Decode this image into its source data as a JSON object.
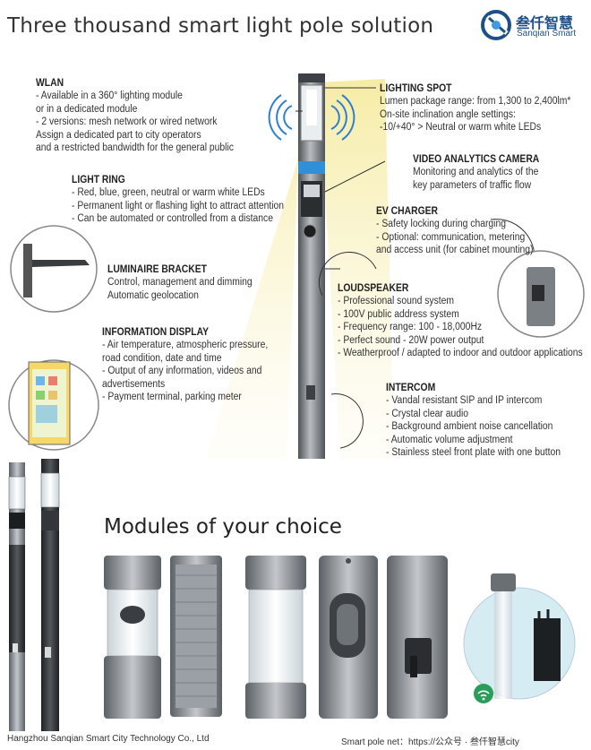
{
  "header": {
    "title": "Three thousand smart light pole solution",
    "logo_cn": "叁仟智慧",
    "logo_en": "Sanqian Smart"
  },
  "features": {
    "wlan": {
      "title": "WLAN",
      "lines": [
        "- Available in a 360° lighting module",
        "or in a dedicated module",
        "- 2 versions: mesh network or wired network",
        "Assign a dedicated part to city operators",
        "and a restricted bandwidth for the general public"
      ]
    },
    "light_ring": {
      "title": "LIGHT RING",
      "lines": [
        "- Red, blue, green, neutral or warm white LEDs",
        "- Permanent light or flashing light to attract attention",
        "- Can be automated or controlled from a distance"
      ]
    },
    "luminaire_bracket": {
      "title": "LUMINAIRE BRACKET",
      "lines": [
        "Control, management and dimming",
        "Automatic geolocation"
      ]
    },
    "information_display": {
      "title": "INFORMATION DISPLAY",
      "lines": [
        "- Air temperature, atmospheric pressure,",
        "road condition, date and time",
        "- Output of any information, videos and",
        "advertisements",
        "- Payment terminal, parking meter"
      ]
    },
    "lighting_spot": {
      "title": "LIGHTING SPOT",
      "lines": [
        "Lumen package range: from 1,300 to 2,400lm*",
        "On-site inclination angle settings:",
        "-10/+40° > Neutral or warm white LEDs"
      ]
    },
    "video_analytics": {
      "title": "VIDEO ANALYTICS CAMERA",
      "lines": [
        "Monitoring and analytics of the",
        "key parameters of traffic flow"
      ]
    },
    "ev_charger": {
      "title": "EV CHARGER",
      "lines": [
        "- Safety locking during charging",
        "- Optional: communication, metering",
        "and access unit (for cabinet mounting)"
      ]
    },
    "loudspeaker": {
      "title": "LOUDSPEAKER",
      "lines": [
        "- Professional sound system",
        "- 100V public address system",
        "- Frequency range: 100 - 18,000Hz",
        "- Perfect sound - 20W power output",
        "- Weatherproof / adapted to indoor and outdoor applications"
      ]
    },
    "intercom": {
      "title": "INTERCOM",
      "lines": [
        "- Vandal resistant SIP and IP intercom",
        "- Crystal clear audio",
        "- Background ambient noise cancellation",
        "- Automatic volume adjustment",
        "- Stainless steel front plate with one button"
      ]
    }
  },
  "modules": {
    "title": "Modules of your choice"
  },
  "footer": {
    "company": "Hangzhou Sanqian Smart City Technology Co., Ltd",
    "website": "Smart pole net：https://公众号 · 叁仟智慧city"
  },
  "colors": {
    "brand": "#1f4f87",
    "accent_blue": "#2f8fd8",
    "light_beam": "#f7efb0",
    "pole_grey": "#6e7378"
  }
}
